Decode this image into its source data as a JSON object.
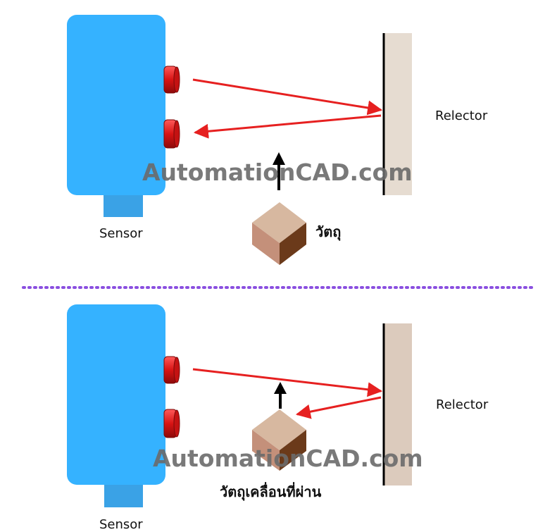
{
  "top_scene": {
    "sensor_label": "Sensor",
    "reflector_label": "Relector",
    "object_label": "วัตถุ",
    "watermark": "AutomationCAD.com"
  },
  "bottom_scene": {
    "sensor_label": "Sensor",
    "reflector_label": "Relector",
    "object_label": "วัตถุเคลื่อนที่ผ่าน",
    "watermark": "AutomationCAD.com"
  },
  "colors": {
    "sensor_body": "#35b2ff",
    "sensor_base": "#3aa2e6",
    "lens": "#e01818",
    "beam": "#e62020",
    "reflector_panel": "#e6dcd1",
    "reflector_edge": "#000000",
    "divider": "#8a4fe0",
    "cube_top": "#d7b8a0",
    "cube_left": "#c4907a",
    "cube_right": "#6b3a1a"
  }
}
